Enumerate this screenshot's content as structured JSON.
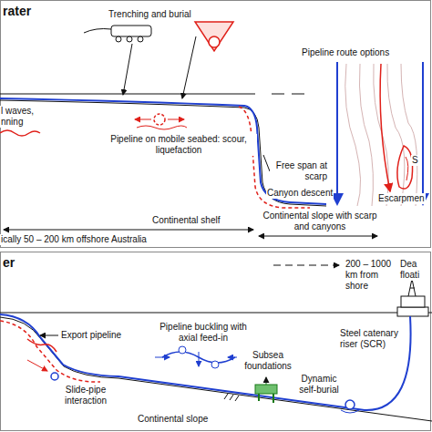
{
  "diagram": {
    "labels": [
      "rater",
      "Trenching and burial",
      "Pipeline route options",
      "Free span at scarp",
      "Canyon descent",
      "l waves, nning",
      "Pipeline on mobile seabed: scour, liquefaction",
      "Continental shelf",
      "Continental slope with scarp and canyons",
      "ically 50 – 200 km offshore Australia",
      "S",
      "Escarpmen",
      "er",
      "200 – 1000 km from shore",
      "Dea floati",
      "Export pipeline",
      "Pipeline buckling with axial feed-in",
      "Subsea foundations",
      "Slide-pipe interaction",
      "Dynamic self-burial",
      "Steel catenary riser (SCR)",
      "Continental slope"
    ]
  }
}
